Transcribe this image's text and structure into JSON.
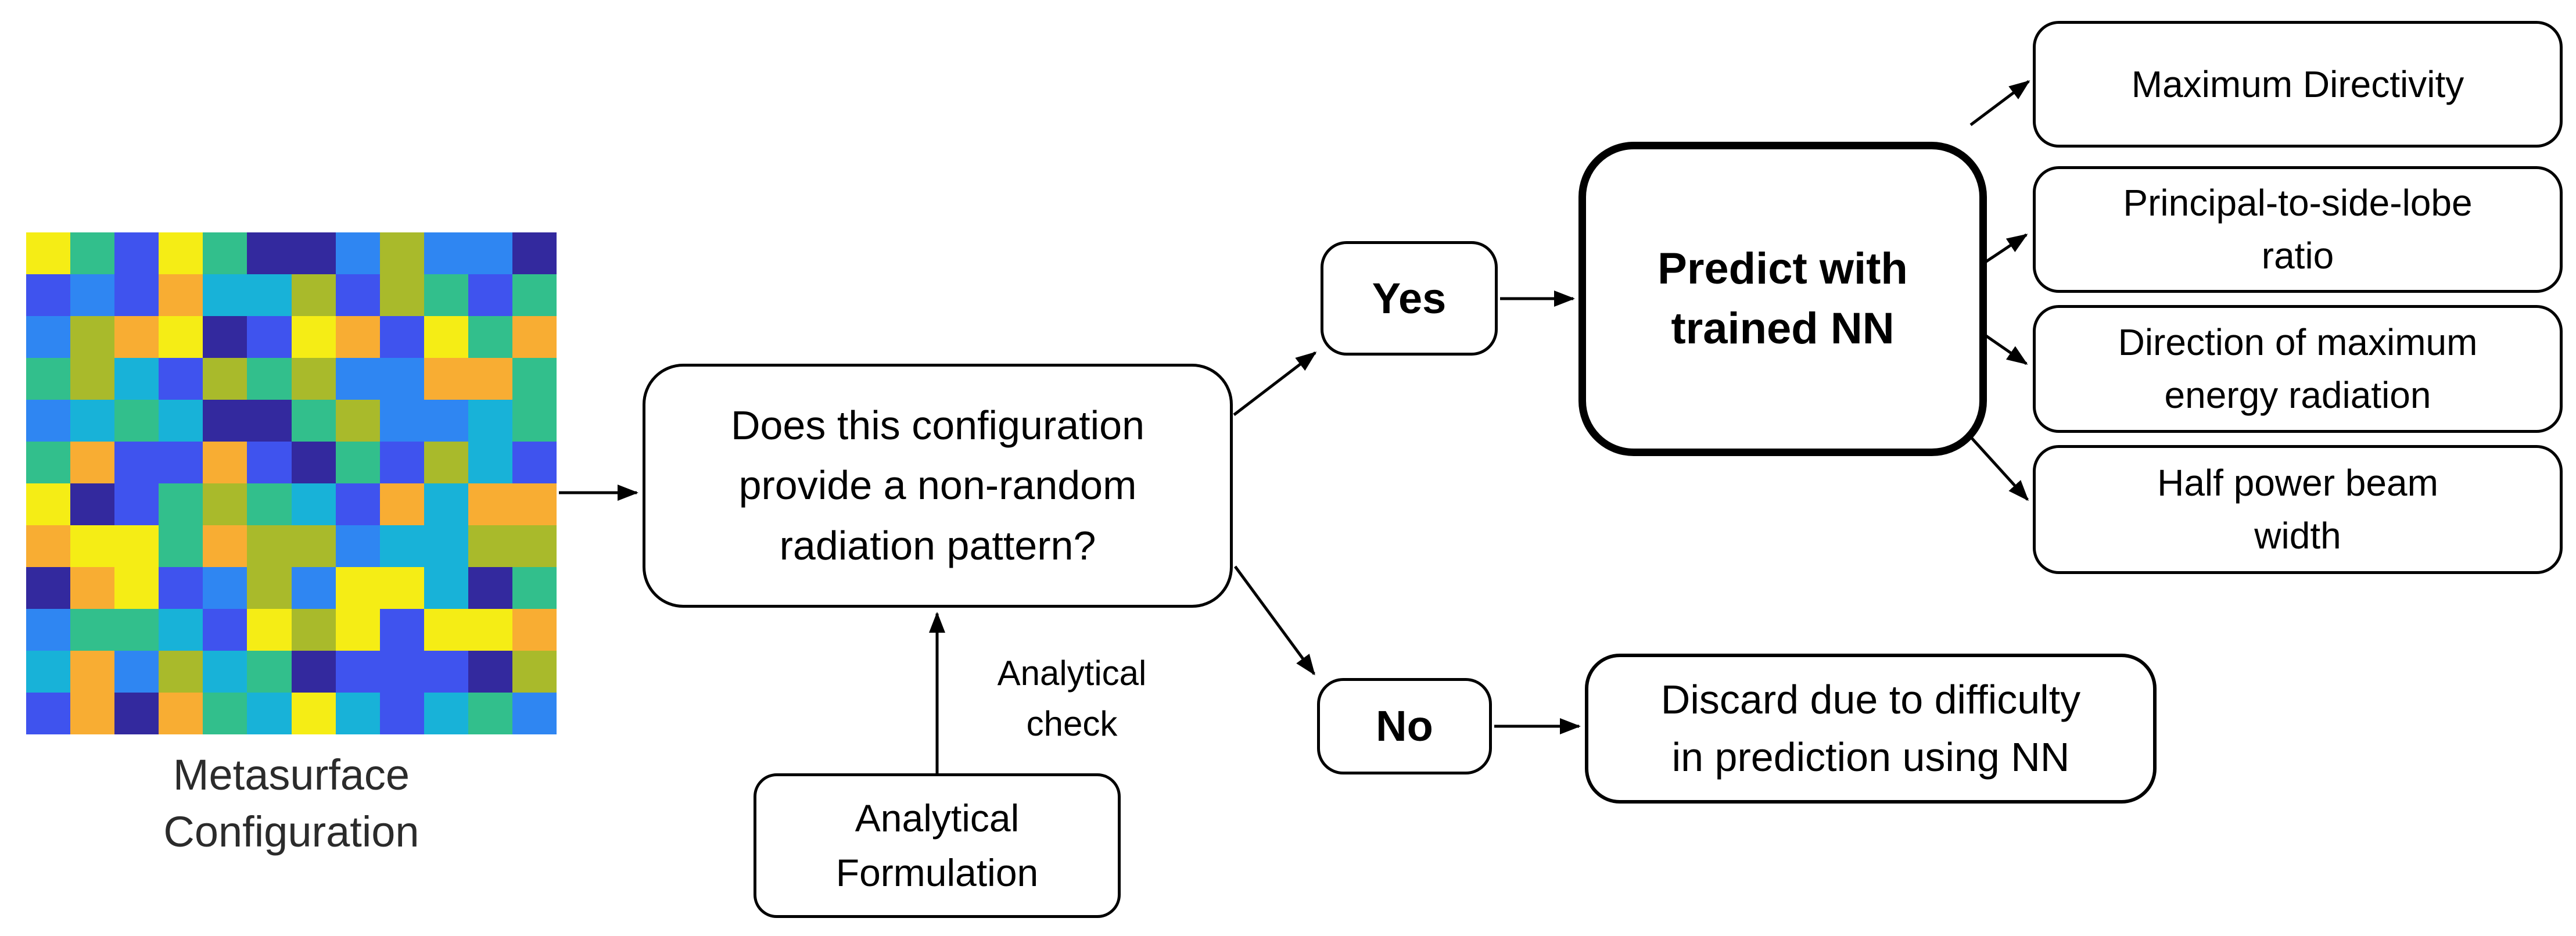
{
  "colors": {
    "ink": "#000000",
    "background": "#ffffff",
    "label_text": "#2b2b2b"
  },
  "metasurface": {
    "label": "Metasurface\nConfiguration",
    "grid": {
      "palette": {
        "Y": "#f5ed15",
        "O": "#f8ad33",
        "L": "#a9ba2b",
        "G": "#32bf8c",
        "C": "#18b2d8",
        "A": "#2f86f2",
        "B": "#3f53ee",
        "N": "#33299e"
      },
      "rows": [
        "YGBYGNNALAAN",
        "BABOCCLBLGBG",
        "ALOYNBYOBYGO",
        "GLCBLGLAAOOG",
        "ACGCNNGLAACG",
        "GOBBOBNGBLCB",
        "YNBGLGCBOCOO",
        "OYYGOLLACCLL",
        "NOYBALAYYCNG",
        "AGGCBYLYBYYO",
        "COALCGNBBBNL",
        "BONOGCYCBCGA"
      ]
    }
  },
  "question": {
    "text": "Does this configuration\nprovide a non-random\nradiation pattern?"
  },
  "analytical": {
    "check_label": "Analytical\ncheck",
    "formulation": "Analytical\nFormulation"
  },
  "branches": {
    "yes": "Yes",
    "no": "No"
  },
  "predict": {
    "text": "Predict with\ntrained NN"
  },
  "outputs": [
    "Maximum Directivity",
    "Principal-to-side-lobe\nratio",
    "Direction of maximum\nenergy radiation",
    "Half power beam\nwidth"
  ],
  "discard": {
    "text": "Discard due to difficulty\nin prediction using NN"
  }
}
